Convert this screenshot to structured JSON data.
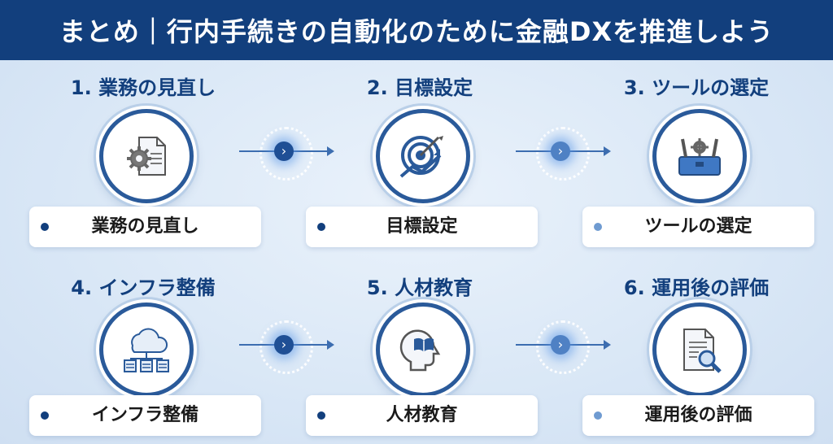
{
  "header": {
    "title": "まとめ｜行内手続きの自動化のために金融DXを推進しよう"
  },
  "steps": [
    {
      "title": "1. 業務の見直し",
      "label": "業務の見直し",
      "icon": "document-gear-icon",
      "bullet_color": "#123f7d"
    },
    {
      "title": "2. 目標設定",
      "label": "目標設定",
      "icon": "target-arrow-icon",
      "bullet_color": "#123f7d"
    },
    {
      "title": "3. ツールの選定",
      "label": "ツールの選定",
      "icon": "toolbox-icon",
      "bullet_color": "#6f9bd1"
    },
    {
      "title": "4. インフラ整備",
      "label": "インフラ整備",
      "icon": "cloud-server-icon",
      "bullet_color": "#123f7d"
    },
    {
      "title": "5. 人材教育",
      "label": "人材教育",
      "icon": "head-book-icon",
      "bullet_color": "#123f7d"
    },
    {
      "title": "6. 運用後の評価",
      "label": "運用後の評価",
      "icon": "document-magnifier-icon",
      "bullet_color": "#6f9bd1"
    }
  ],
  "connector_glyph": "›",
  "colors": {
    "header_bg": "#123f7d",
    "accent": "#2a5a9a",
    "title_text": "#123f7d"
  }
}
